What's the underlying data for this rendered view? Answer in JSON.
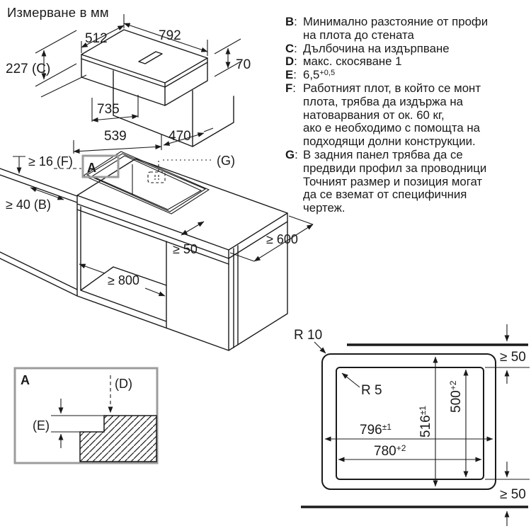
{
  "title": "Измерване в мм",
  "hob_view": {
    "d512": "512",
    "d792": "792",
    "d70": "70",
    "d227": "227 (C)",
    "d735": "735",
    "d539": "539",
    "d470": "470"
  },
  "install_view": {
    "f": "≥ 16 (F)",
    "b": "≥ 40 (B)",
    "g": "(G)",
    "d50": "≥ 50",
    "d600": "≥ 600",
    "d800": "≥ 800",
    "detail": "A"
  },
  "detail_view": {
    "label": "A",
    "d": "(D)",
    "e": "(E)"
  },
  "cutout_view": {
    "r10": "R 10",
    "r5": "R 5",
    "d516": {
      "base": "516",
      "sup": "±1"
    },
    "d500": {
      "base": "500",
      "sup": "+2"
    },
    "d796": {
      "base": "796",
      "sup": "±1"
    },
    "d780": {
      "base": "780",
      "sup": "+2"
    },
    "d50_top": "≥ 50",
    "d50_bot": "≥ 50"
  },
  "legend": {
    "items": [
      {
        "key": "B",
        "lines": [
          "Минимално разстояние от профи",
          "на плота до стената"
        ]
      },
      {
        "key": "C",
        "lines": [
          "Дълбочина на издърпване"
        ]
      },
      {
        "key": "D",
        "lines": [
          "макс. скосяване 1"
        ]
      },
      {
        "key": "E",
        "lines": [
          {
            "base": "6,5",
            "sup": "+0,5"
          }
        ]
      },
      {
        "key": "F",
        "lines": [
          "Работният плот, в който се монт",
          "плота, трябва да издържа на",
          "натоварвания от ок. 60 кг,",
          "ако е необходимо с помощта на",
          "подходящи долни конструкции."
        ]
      },
      {
        "key": "G",
        "lines": [
          "В задния панел трябва да се",
          "предвиди профил за проводници",
          "Точният размер и позиция могат",
          "да се вземат от специфичния",
          "чертеж."
        ]
      }
    ]
  }
}
